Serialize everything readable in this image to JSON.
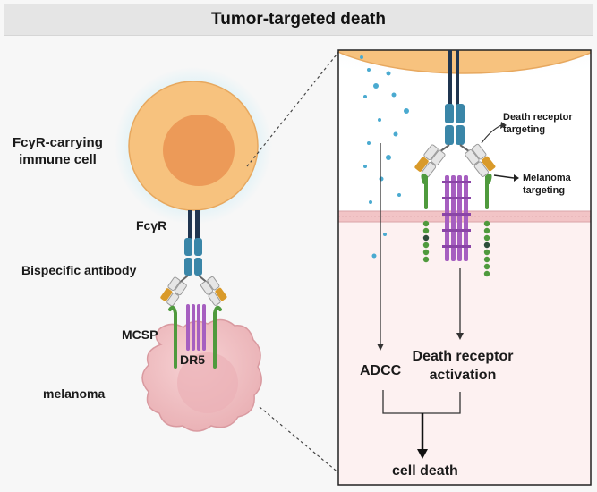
{
  "title": "Tumor-targeted death",
  "left": {
    "immune_cell_label_line1": "FcγR-carrying",
    "immune_cell_label_line2": "immune  cell",
    "fcgr_label": "FcγR",
    "antibody_label": "Bispecific antibody",
    "mcsp_label": "MCSP",
    "dr5_label": "DR5",
    "melanoma_label": "melanoma"
  },
  "right": {
    "death_receptor_targeting_line1": "Death receptor",
    "death_receptor_targeting_line2": "targeting",
    "melanoma_targeting_line1": "Melanoma",
    "melanoma_targeting_line2": "targeting",
    "adcc_label": "ADCC",
    "activation_line1": "Death receptor",
    "activation_line2": "activation",
    "cell_death_label": "cell death"
  },
  "colors": {
    "immune_cell": "#f7c27e",
    "immune_nucleus": "#ec9a58",
    "glow": "#cdeef6",
    "melanoma": "#f2c4c6",
    "fc_blue": "#3a86a8",
    "fab_orange": "#d99a2a",
    "dr5_purple": "#a65fc0",
    "mcsp_green": "#4f9a3d"
  }
}
